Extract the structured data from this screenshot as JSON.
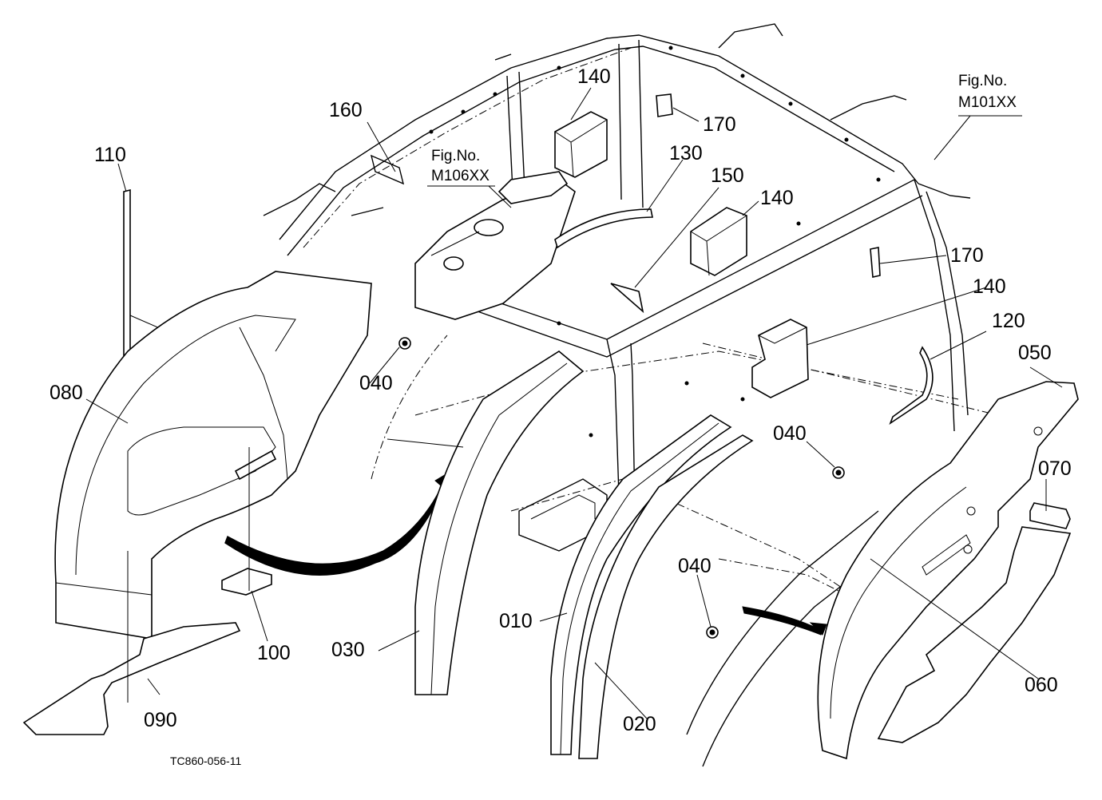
{
  "diagram": {
    "drawing_code": "TC860-056-11",
    "references": [
      {
        "id": "ref-m106",
        "line1": "Fig.No.",
        "line2": "M106XX"
      },
      {
        "id": "ref-m101",
        "line1": "Fig.No.",
        "line2": "M101XX"
      }
    ],
    "part_labels": [
      {
        "id": "010",
        "text": "010"
      },
      {
        "id": "020",
        "text": "020"
      },
      {
        "id": "030",
        "text": "030"
      },
      {
        "id": "040a",
        "text": "040"
      },
      {
        "id": "040b",
        "text": "040"
      },
      {
        "id": "040c",
        "text": "040"
      },
      {
        "id": "050",
        "text": "050"
      },
      {
        "id": "060",
        "text": "060"
      },
      {
        "id": "070",
        "text": "070"
      },
      {
        "id": "080",
        "text": "080"
      },
      {
        "id": "090",
        "text": "090"
      },
      {
        "id": "100",
        "text": "100"
      },
      {
        "id": "110",
        "text": "110"
      },
      {
        "id": "120",
        "text": "120"
      },
      {
        "id": "130",
        "text": "130"
      },
      {
        "id": "140a",
        "text": "140"
      },
      {
        "id": "140b",
        "text": "140"
      },
      {
        "id": "140c",
        "text": "140"
      },
      {
        "id": "150",
        "text": "150"
      },
      {
        "id": "160",
        "text": "160"
      },
      {
        "id": "170a",
        "text": "170"
      },
      {
        "id": "170b",
        "text": "170"
      }
    ]
  }
}
